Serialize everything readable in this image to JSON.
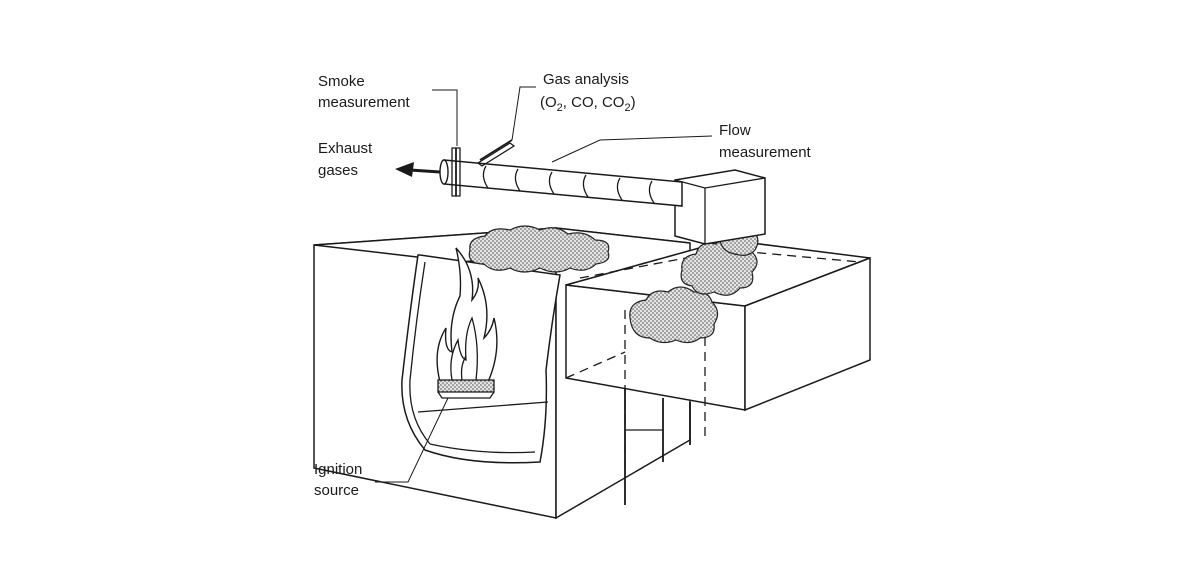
{
  "labels": {
    "smoke_line1": "Smoke",
    "smoke_line2": "measurement",
    "gas_line1": "Gas analysis",
    "gas_open": "(O",
    "gas_sub1": "2",
    "gas_mid": ", CO, CO",
    "gas_sub2": "2",
    "gas_close": ")",
    "flow_line1": "Flow",
    "flow_line2": "measurement",
    "exhaust_line1": "Exhaust",
    "exhaust_line2": "gases",
    "ignition_line1": "Ignition",
    "ignition_line2": "source"
  }
}
